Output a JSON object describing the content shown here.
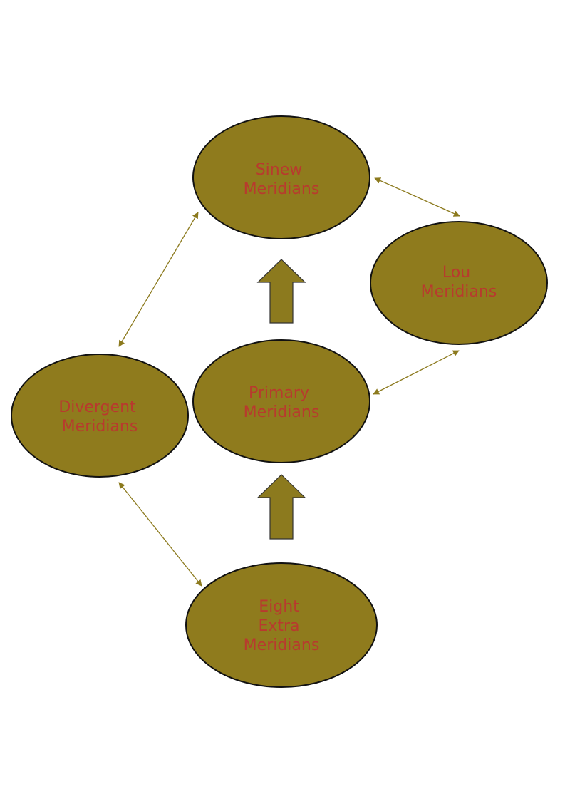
{
  "colors": {
    "node_fill": "#8F7B1D",
    "label_text": "#B83A2E",
    "connector": "#8C7A1E",
    "block_arrow_fill": "#8C7A1E"
  },
  "nodes": {
    "sinew": {
      "lines": [
        "Sinew",
        "Meridians"
      ]
    },
    "lou": {
      "lines": [
        "Lou",
        "Meridians"
      ]
    },
    "primary": {
      "lines": [
        "Primary",
        "Meridians"
      ]
    },
    "divergent": {
      "lines": [
        "Divergent",
        "Meridians"
      ]
    },
    "eight_extra": {
      "lines": [
        "Eight",
        "Extra",
        "Meridians"
      ]
    }
  },
  "connections": [
    {
      "from": "sinew",
      "to": "lou",
      "type": "bidirectional"
    },
    {
      "from": "sinew",
      "to": "divergent",
      "type": "bidirectional"
    },
    {
      "from": "primary",
      "to": "lou",
      "type": "bidirectional"
    },
    {
      "from": "divergent",
      "to": "eight_extra",
      "type": "bidirectional"
    },
    {
      "from": "primary",
      "to": "sinew",
      "type": "block-arrow"
    },
    {
      "from": "eight_extra",
      "to": "primary",
      "type": "block-arrow"
    }
  ]
}
